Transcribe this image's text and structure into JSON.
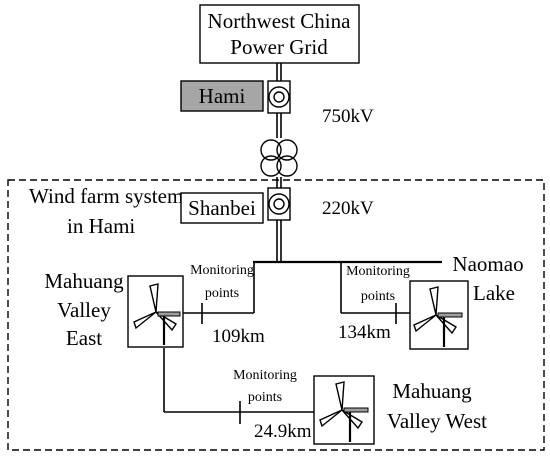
{
  "grid": {
    "line1": "Northwest China",
    "line2": "Power Grid"
  },
  "substations": {
    "hami": {
      "label": "Hami",
      "fill": "#a6a6a6"
    },
    "shanbei": {
      "label": "Shanbei"
    }
  },
  "voltages": {
    "upper": "750kV",
    "lower": "220kV"
  },
  "system": {
    "line1": "Wind farm system",
    "line2": "in Hami"
  },
  "farms": {
    "east": {
      "line1": "Mahuang",
      "line2": "Valley",
      "line3": "East"
    },
    "naomao": {
      "line1": "Naomao",
      "line2": "Lake"
    },
    "west": {
      "line1": "Mahuang",
      "line2": "Valley West"
    }
  },
  "monitoring": {
    "left": {
      "line1": "Monitoring",
      "line2": "points",
      "distance": "109km"
    },
    "right": {
      "line1": "Monitoring",
      "line2": "points",
      "distance": "134km"
    },
    "bottom": {
      "line1": "Monitoring",
      "line2": "points",
      "distance": "24.9km"
    }
  },
  "colors": {
    "stroke": "#000000",
    "hami_fill": "#a6a6a6",
    "turbine_gray": "#9e9e9e"
  }
}
